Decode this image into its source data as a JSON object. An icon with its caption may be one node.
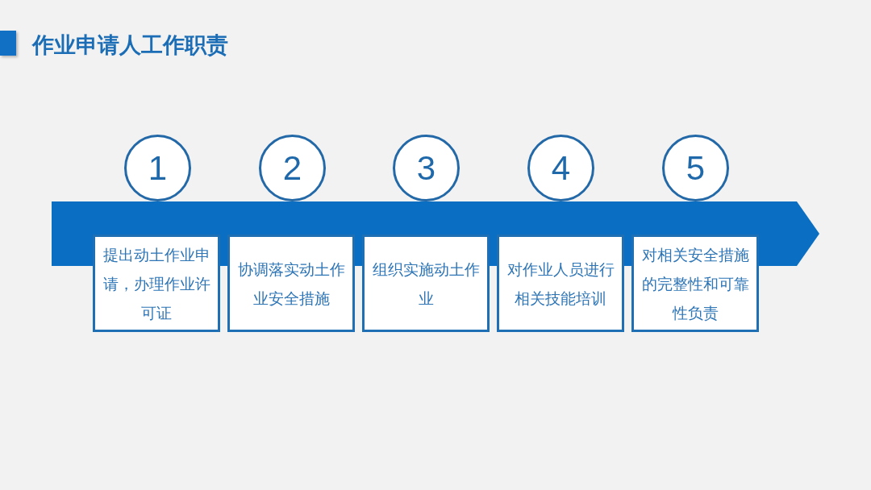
{
  "diagram": {
    "title": "作业申请人工作职责",
    "nodes": [
      {
        "text": [
          "1"
        ]
      },
      {
        "text": [
          "2"
        ]
      },
      {
        "text": [
          "3"
        ]
      },
      {
        "text": [
          "4"
        ]
      },
      {
        "text": [
          "5"
        ]
      },
      {
        "text": [
          "提出动土作业申请，办理作业许可证"
        ]
      },
      {
        "text": [
          "协调落实动土作业安全措施"
        ]
      },
      {
        "text": [
          "组织实施动土作业"
        ]
      },
      {
        "text": [
          "对作业人员进行相关技能培训"
        ]
      },
      {
        "text": [
          "对相关安全措施的完整性和可靠性负责"
        ]
      }
    ]
  }
}
